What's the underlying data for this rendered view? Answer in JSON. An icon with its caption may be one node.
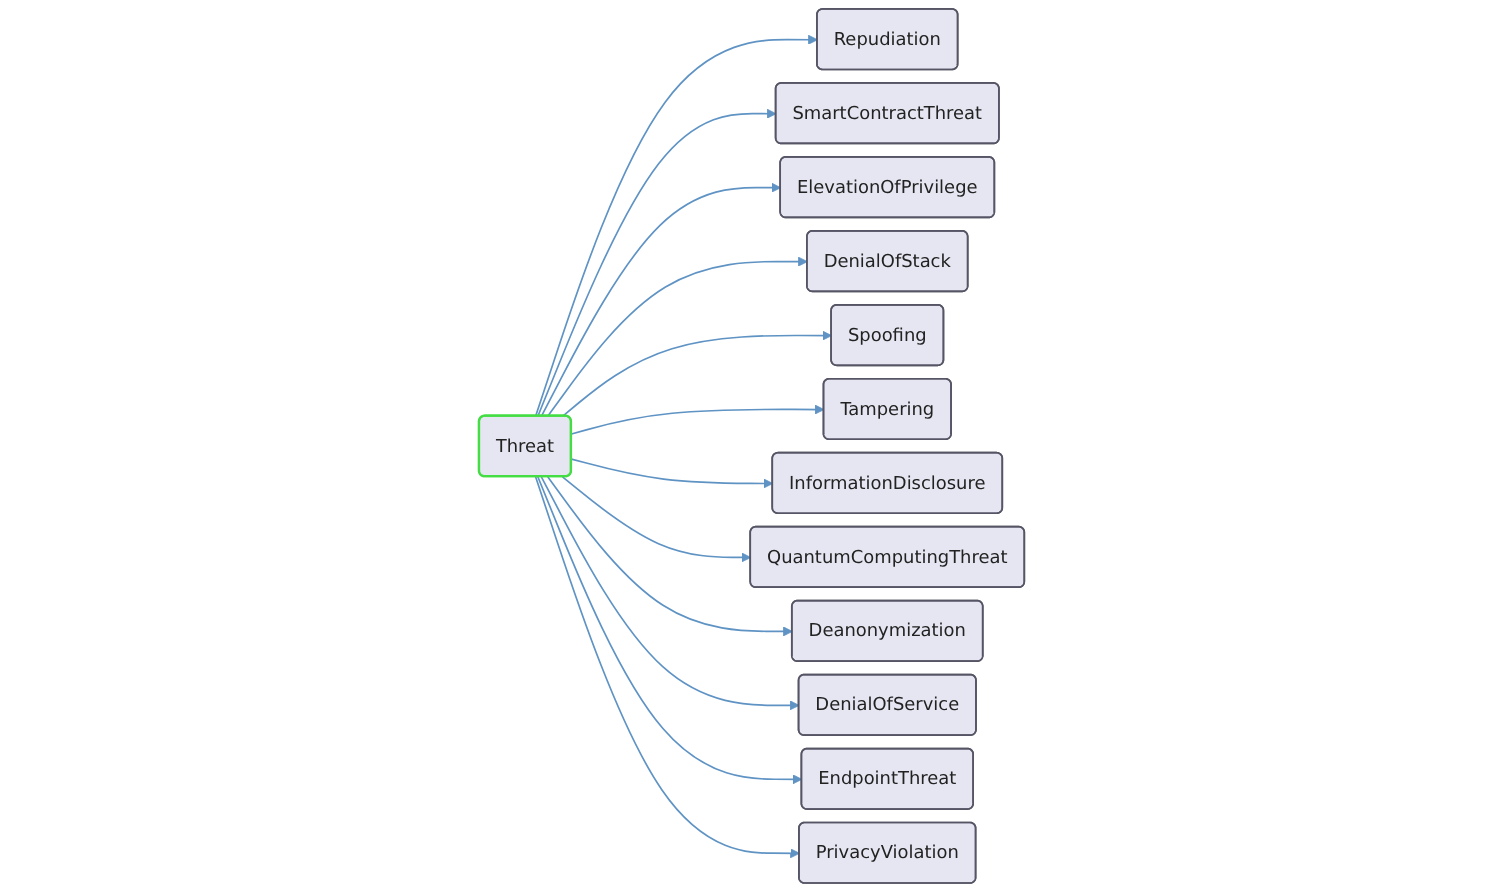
{
  "diagram": {
    "nodes": [
      {
        "text": [
          "Threat"
        ]
      },
      {
        "text": [
          "Repudiation"
        ]
      },
      {
        "text": [
          "SmartContractThreat"
        ]
      },
      {
        "text": [
          "ElevationOfPrivilege"
        ]
      },
      {
        "text": [
          "DenialOfStack"
        ]
      },
      {
        "text": [
          "Spoofing"
        ]
      },
      {
        "text": [
          "Tampering"
        ]
      },
      {
        "text": [
          "InformationDisclosure"
        ]
      },
      {
        "text": [
          "QuantumComputingThreat"
        ]
      },
      {
        "text": [
          "Deanonymization"
        ]
      },
      {
        "text": [
          "DenialOfService"
        ]
      },
      {
        "text": [
          "EndpointThreat"
        ]
      },
      {
        "text": [
          "PrivacyViolation"
        ]
      }
    ],
    "edges": [
      {
        "from": 0,
        "to": 1,
        "arrow": "to"
      },
      {
        "from": 0,
        "to": 2,
        "arrow": "to"
      },
      {
        "from": 0,
        "to": 3,
        "arrow": "to"
      },
      {
        "from": 0,
        "to": 4,
        "arrow": "to"
      },
      {
        "from": 0,
        "to": 5,
        "arrow": "to"
      },
      {
        "from": 0,
        "to": 6,
        "arrow": "to"
      },
      {
        "from": 0,
        "to": 7,
        "arrow": "to"
      },
      {
        "from": 0,
        "to": 8,
        "arrow": "to"
      },
      {
        "from": 0,
        "to": 9,
        "arrow": "to"
      },
      {
        "from": 0,
        "to": 10,
        "arrow": "to"
      },
      {
        "from": 0,
        "to": 11,
        "arrow": "to"
      },
      {
        "from": 0,
        "to": 12,
        "arrow": "to"
      }
    ]
  }
}
